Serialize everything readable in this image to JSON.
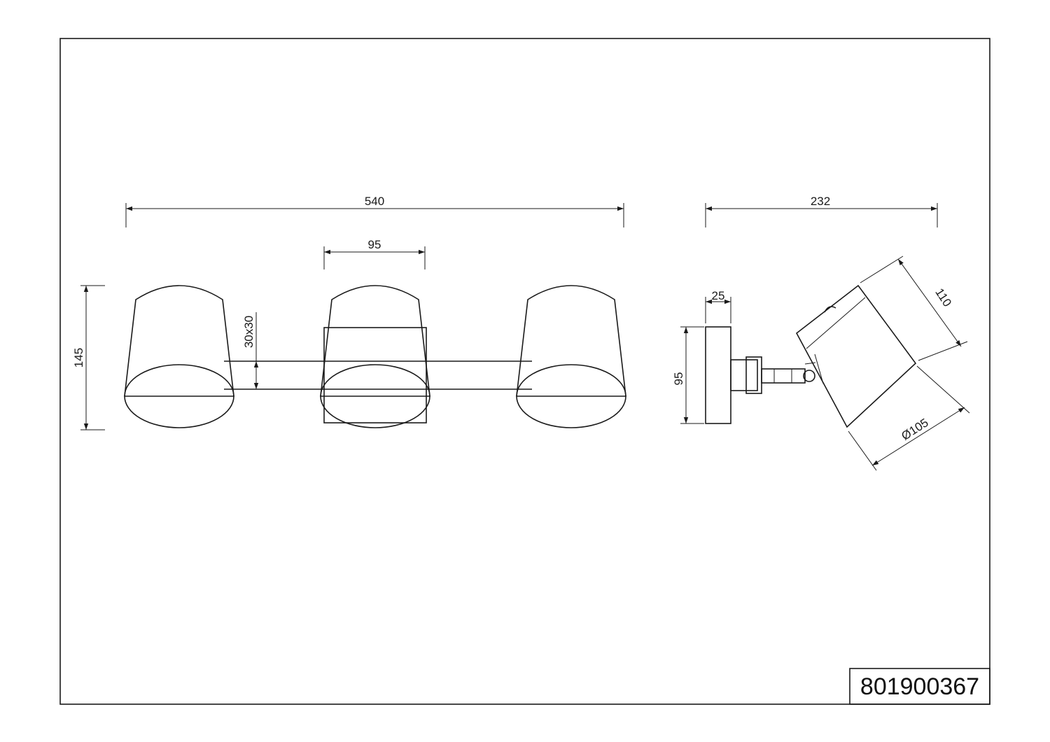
{
  "drawing": {
    "part_number": "801900367",
    "front_view": {
      "overall_width": "540",
      "shade_width": "95",
      "height": "145",
      "bar_section": "30x30"
    },
    "side_view": {
      "depth": "232",
      "base_thickness": "25",
      "base_height": "95",
      "shade_length": "110",
      "shade_diameter": "Ø105"
    }
  }
}
